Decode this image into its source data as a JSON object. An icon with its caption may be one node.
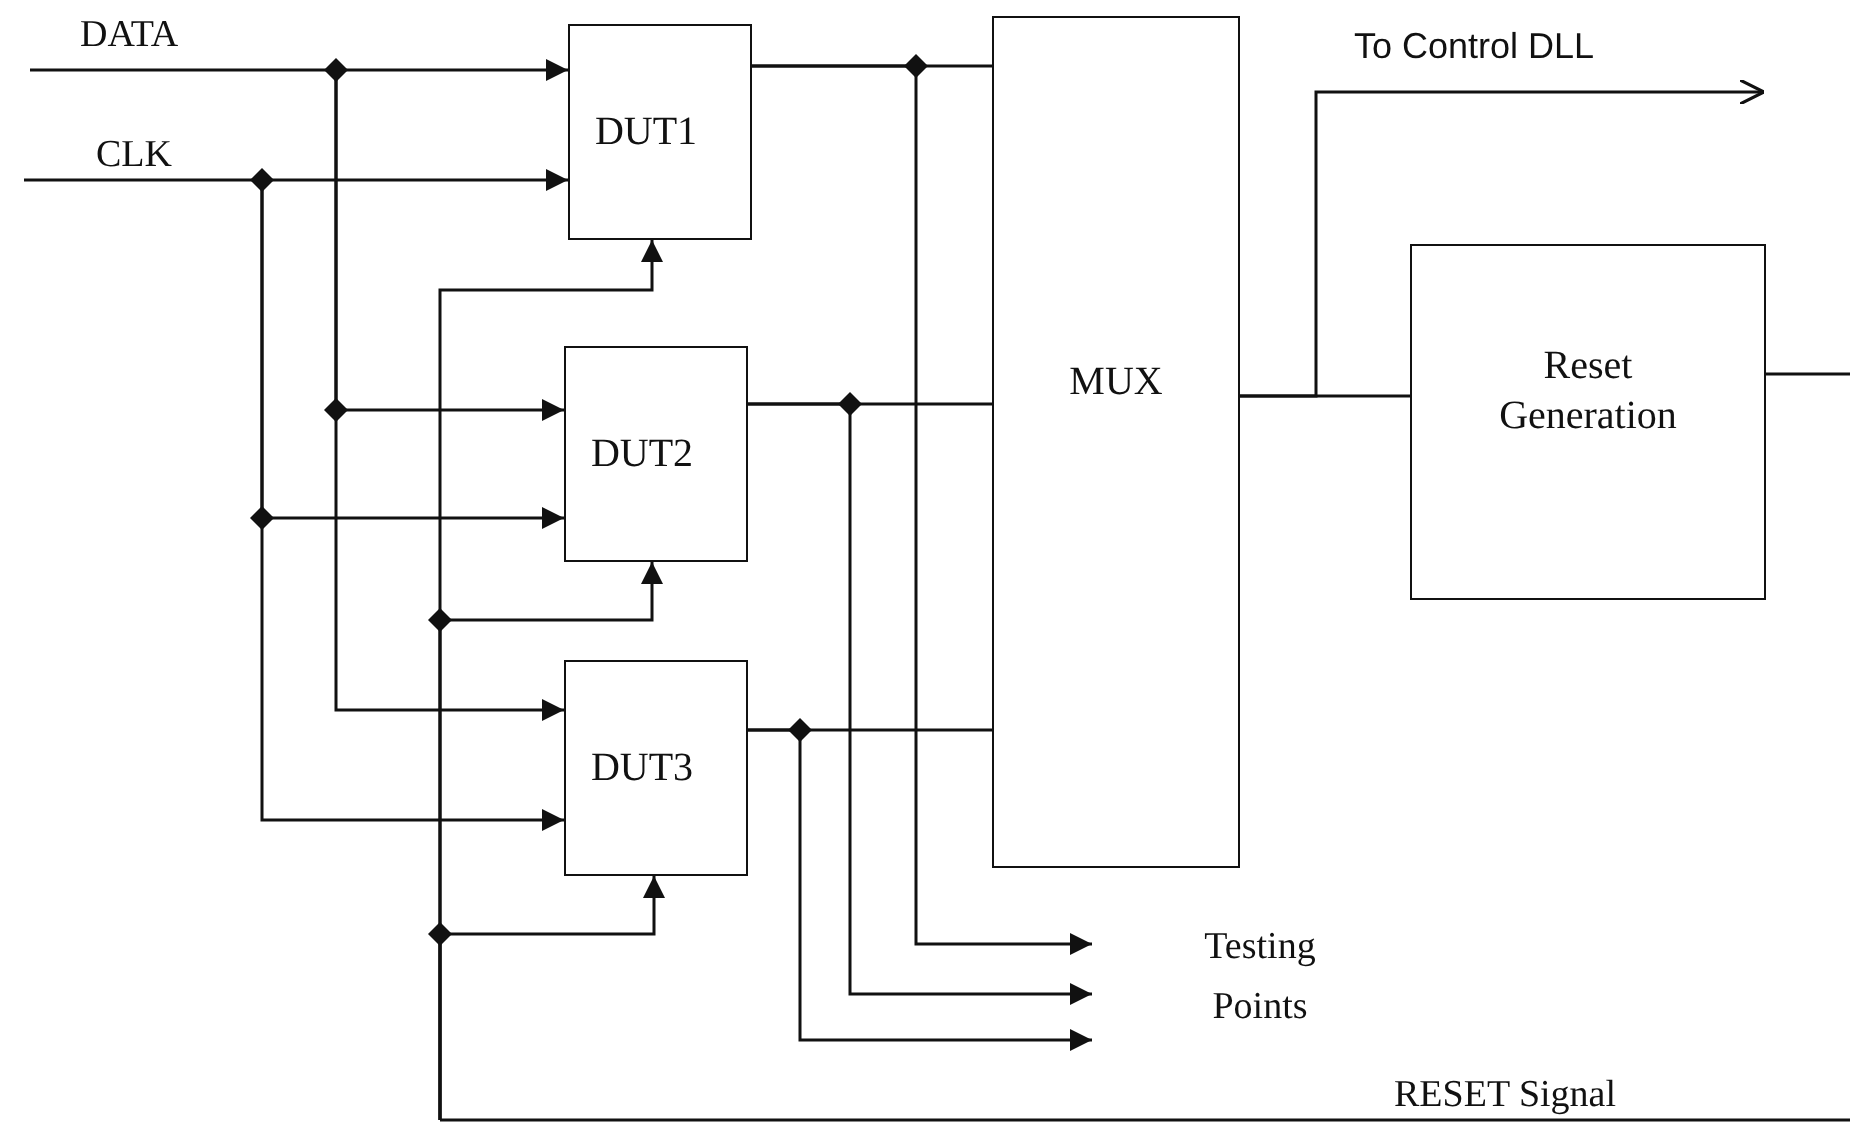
{
  "diagram": {
    "nodes": [
      {
        "text": [
          "DUT1"
        ]
      },
      {
        "text": [
          "DUT2"
        ]
      },
      {
        "text": [
          "DUT3"
        ]
      },
      {
        "text": [
          "MUX"
        ]
      },
      {
        "text": [
          "Reset Generation"
        ]
      }
    ],
    "edges": [
      {
        "from": null,
        "to": 0,
        "arrow": "to"
      },
      {
        "from": null,
        "to": 1,
        "arrow": "to"
      },
      {
        "from": null,
        "to": 2,
        "arrow": "to"
      },
      {
        "from": null,
        "to": 0,
        "arrow": "to"
      },
      {
        "from": null,
        "to": 1,
        "arrow": "to"
      },
      {
        "from": null,
        "to": 2,
        "arrow": "to"
      },
      {
        "from": null,
        "to": 0,
        "arrow": "to"
      },
      {
        "from": null,
        "to": 1,
        "arrow": "to"
      },
      {
        "from": null,
        "to": 2,
        "arrow": "to"
      },
      {
        "from": 0,
        "to": 3,
        "arrow": "none"
      },
      {
        "from": 1,
        "to": 3,
        "arrow": "none"
      },
      {
        "from": 2,
        "to": 3,
        "arrow": "none"
      },
      {
        "from": 0,
        "to": null,
        "arrow": "to"
      },
      {
        "from": 1,
        "to": null,
        "arrow": "to"
      },
      {
        "from": 2,
        "to": null,
        "arrow": "to"
      },
      {
        "from": 3,
        "to": null,
        "arrow": "to"
      },
      {
        "from": 3,
        "to": 4,
        "arrow": "none"
      },
      {
        "from": 4,
        "to": null,
        "arrow": "none"
      }
    ],
    "labels": [
      "DATA",
      "CLK",
      "To Control DLL",
      "Testing Points",
      "RESET Signal"
    ]
  }
}
